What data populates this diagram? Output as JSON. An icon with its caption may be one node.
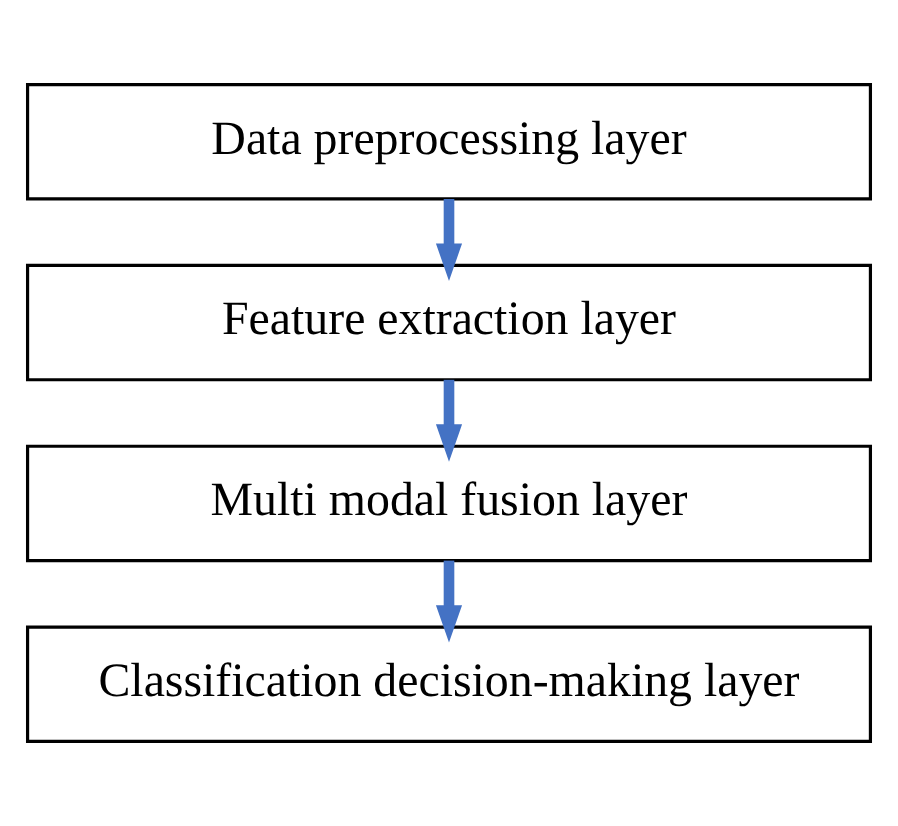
{
  "diagram": {
    "nodes": [
      {
        "text": [
          "Data preprocessing layer"
        ]
      },
      {
        "text": [
          "Feature extraction layer"
        ]
      },
      {
        "text": [
          "Multi modal fusion layer"
        ]
      },
      {
        "text": [
          "Classification decision-making layer"
        ]
      }
    ],
    "edges": [
      {
        "from": 0,
        "to": 1,
        "arrow": "to"
      },
      {
        "from": 1,
        "to": 2,
        "arrow": "to"
      },
      {
        "from": 2,
        "to": 3,
        "arrow": "to"
      }
    ]
  }
}
